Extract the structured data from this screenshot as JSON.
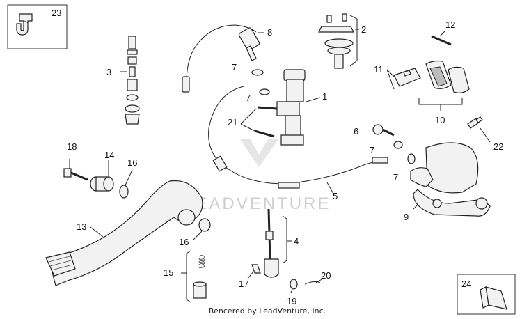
{
  "callouts": {
    "p1": "1",
    "p2": "2",
    "p3": "3",
    "p4": "4",
    "p5": "5",
    "p6": "6",
    "p7a": "7",
    "p7b": "7",
    "p7c": "7",
    "p7d": "7",
    "p8": "8",
    "p9": "9",
    "p10": "10",
    "p11": "11",
    "p12": "12",
    "p13": "13",
    "p14": "14",
    "p15": "15",
    "p16a": "16",
    "p16b": "16",
    "p17": "17",
    "p18": "18",
    "p19": "19",
    "p20": "20",
    "p21": "21",
    "p22": "22",
    "p23": "23",
    "p24": "24"
  },
  "watermark": "LEADVENTURE",
  "credit": "Rencered by LeadVenture, Inc."
}
